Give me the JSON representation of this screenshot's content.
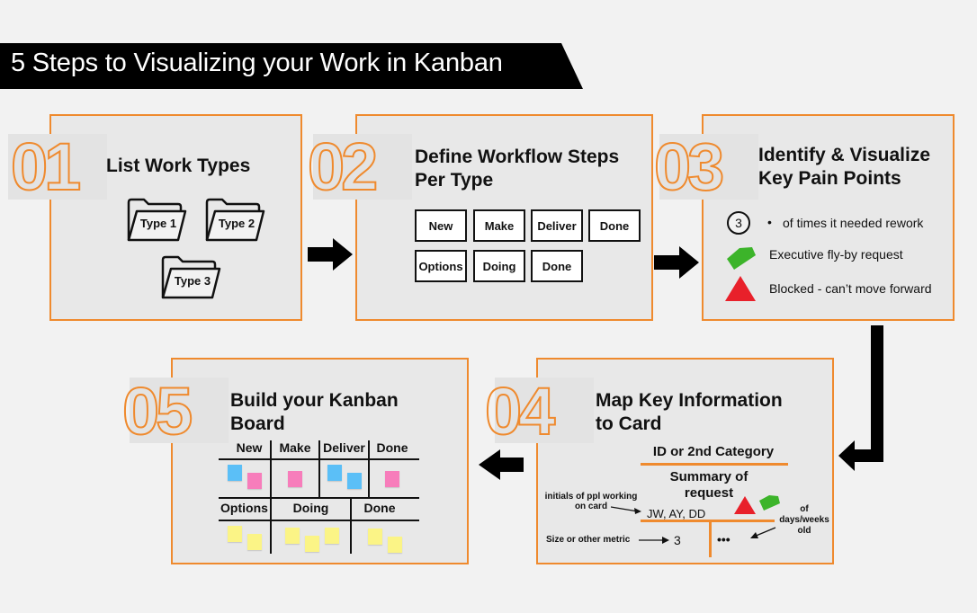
{
  "title": "5 Steps to Visualizing your Work in Kanban",
  "colors": {
    "accent": "#ef8a2e",
    "panel_bg": "#e8e8e8",
    "banner_bg": "#000000",
    "blocked_red": "#e8202a",
    "flyby_green": "#3cb42a",
    "sticky_blue": "#5bbff7",
    "sticky_pink": "#f77dbb",
    "sticky_yellow": "#fbf486"
  },
  "steps": [
    {
      "number": "01",
      "title": "List Work Types",
      "folders": [
        "Type 1",
        "Type 2",
        "Type 3"
      ]
    },
    {
      "number": "02",
      "title_line1": "Define Workflow Steps",
      "title_line2": "Per Type",
      "workflows": [
        [
          "New",
          "Make",
          "Deliver",
          "Done"
        ],
        [
          "Options",
          "Doing",
          "Done"
        ]
      ]
    },
    {
      "number": "03",
      "title_line1": "Identify & Visualize",
      "title_line2": "Key Pain Points",
      "legend": [
        {
          "icon": "rework-count-circle-icon",
          "symbol": "3",
          "bullet": "•",
          "label": "of times it needed rework"
        },
        {
          "icon": "flyby-tag-icon",
          "label": "Executive fly-by request"
        },
        {
          "icon": "blocked-triangle-icon",
          "label": "Blocked - can’t move forward"
        }
      ]
    },
    {
      "number": "04",
      "title_line1": "Map Key Information",
      "title_line2": "to Card",
      "card": {
        "header": "ID or 2nd Category",
        "summary_line1": "Summary of",
        "summary_line2": "request",
        "initials": "JW, AY, DD",
        "size": "3",
        "age": "•••",
        "annot_initials_line1": "initials of ppl working",
        "annot_initials_line2": "on card",
        "annot_size": "Size or other metric",
        "annot_age_line1": "of",
        "annot_age_line2": "days/weeks",
        "annot_age_line3": "old"
      }
    },
    {
      "number": "05",
      "title_line1": "Build your Kanban",
      "title_line2": "Board",
      "board": {
        "row1_columns": [
          "New",
          "Make",
          "Deliver",
          "Done"
        ],
        "row2_columns": [
          "Options",
          "Doing",
          "Done"
        ]
      }
    }
  ]
}
